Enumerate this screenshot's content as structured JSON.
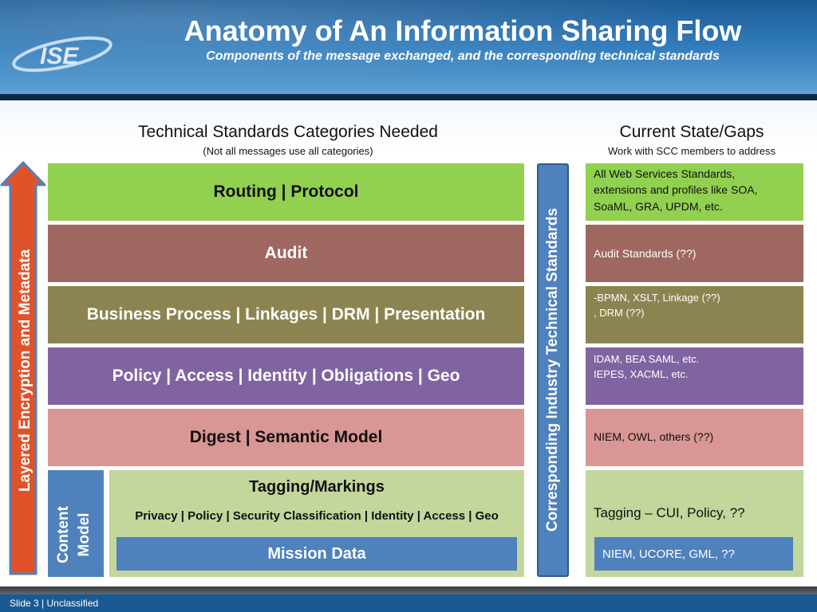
{
  "header": {
    "title": "Anatomy of An Information Sharing Flow",
    "subtitle": "Components of the message exchanged, and the corresponding technical standards",
    "logo_text": "ISE"
  },
  "left_section": {
    "title": "Technical Standards Categories Needed",
    "note": "(Not all messages use all categories)"
  },
  "right_section": {
    "title": "Current State/Gaps",
    "note": "Work with SCC members to address"
  },
  "arrow_label": "Layered Encryption and Metadata",
  "vertical_bar_label": "Corresponding Industry Technical Standards",
  "content_model_label": [
    "Content",
    "Model"
  ],
  "layers": [
    {
      "label": "Routing  |  Protocol",
      "color": "#92d050",
      "text_color": "#111111"
    },
    {
      "label": "Audit",
      "color": "#9e6760",
      "text_color": "#ffffff"
    },
    {
      "label": "Business Process  |  Linkages  |  DRM  |  Presentation",
      "color": "#8c8450",
      "text_color": "#ffffff"
    },
    {
      "label": "Policy  |  Access  |  Identity  |  Obligations  |  Geo",
      "color": "#8064a2",
      "text_color": "#ffffff"
    },
    {
      "label": "Digest | Semantic Model",
      "color": "#d99694",
      "text_color": "#111111"
    }
  ],
  "tagging": {
    "title": "Tagging/Markings",
    "detail": "Privacy | Policy | Security Classification | Identity | Access | Geo",
    "mission_data": "Mission Data",
    "bg_color": "#c3d69b",
    "mission_color": "#4f81bd"
  },
  "gaps": [
    {
      "lines": [
        "All Web Services Standards,",
        "extensions and profiles like SOA,",
        "SoaML, GRA, UPDM, etc."
      ]
    },
    {
      "lines": [
        "Audit Standards (??)"
      ]
    },
    {
      "lines": [
        "-BPMN, XSLT, Linkage (??)",
        ", DRM (??)"
      ]
    },
    {
      "lines": [
        "IDAM, BEA  SAML, etc.",
        "IEPES, XACML, etc."
      ]
    },
    {
      "lines": [
        "NIEM, OWL, others (??)"
      ]
    },
    {
      "lines": [
        "Tagging – CUI, Policy, ??"
      ]
    }
  ],
  "gap_mission": "NIEM, UCORE, GML, ??",
  "colors": {
    "arrow_fill": "#e0532a",
    "arrow_stroke": "#4f81bd",
    "bar_fill": "#4f81bd",
    "header_blue": "#2f79b8"
  },
  "footer": {
    "slide": "Slide 3",
    "separator": " | ",
    "classification": "Unclassified"
  }
}
